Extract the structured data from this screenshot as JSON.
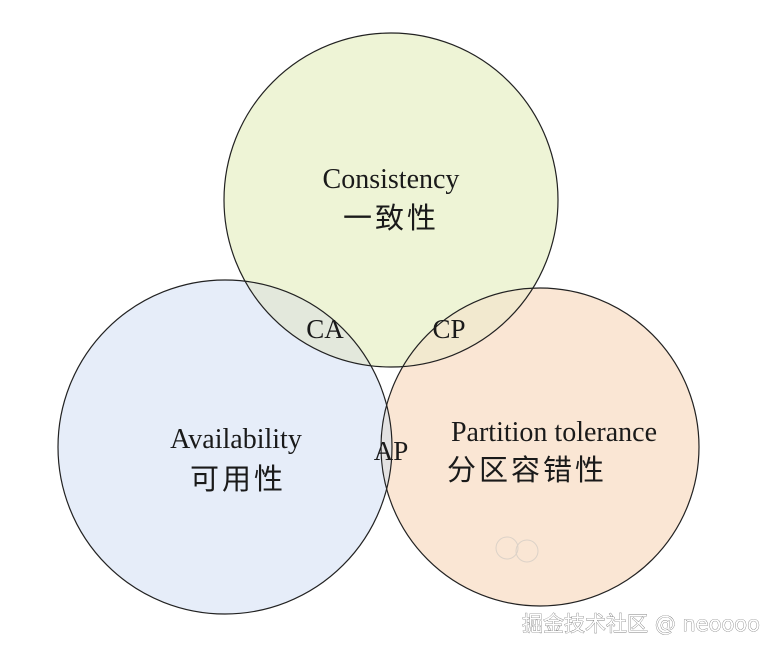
{
  "circles": {
    "consistency": {
      "label_en": "Consistency",
      "label_zh": "一致性",
      "color": "#eef4d6"
    },
    "availability": {
      "label_en": "Availability",
      "label_zh": "可用性",
      "color": "#e6edf9"
    },
    "partition": {
      "label_en": "Partition tolerance",
      "label_zh": "分区容错性",
      "color": "#fae6d4"
    }
  },
  "intersections": {
    "ca": "CA",
    "cp": "CP",
    "ap": "AP"
  },
  "overlap_colors": {
    "ca": "#e3e8dc",
    "cp": "#f2e9cf",
    "ap": "#e3e2e2"
  },
  "watermark": "掘金技术社区 @ neoooo"
}
